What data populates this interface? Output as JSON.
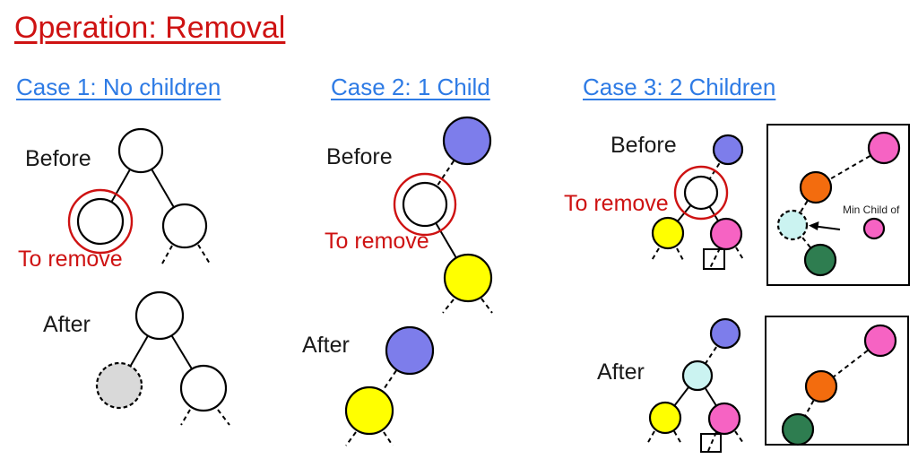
{
  "title": "Operation: Removal",
  "colors": {
    "red": "#CE1212",
    "link_blue": "#2E7BE5",
    "node_blue": "#7D7DEB",
    "node_yellow": "#FFFF00",
    "node_pink": "#F663C3",
    "node_orange": "#F36C0E",
    "node_green": "#2E7D50",
    "node_cyan": "#CBF3F1",
    "node_gray": "#D9D9D9",
    "node_white": "#FFFFFF"
  },
  "case1": {
    "header": "Case 1: No children",
    "before_label": "Before",
    "to_remove_label": "To remove",
    "after_label": "After"
  },
  "case2": {
    "header": "Case 2: 1 Child",
    "before_label": "Before",
    "to_remove_label": "To remove",
    "after_label": "After"
  },
  "case3": {
    "header": "Case 3: 2 Children",
    "before_label": "Before",
    "to_remove_label": "To remove",
    "after_label": "After",
    "min_child_label": "Min Child of"
  }
}
